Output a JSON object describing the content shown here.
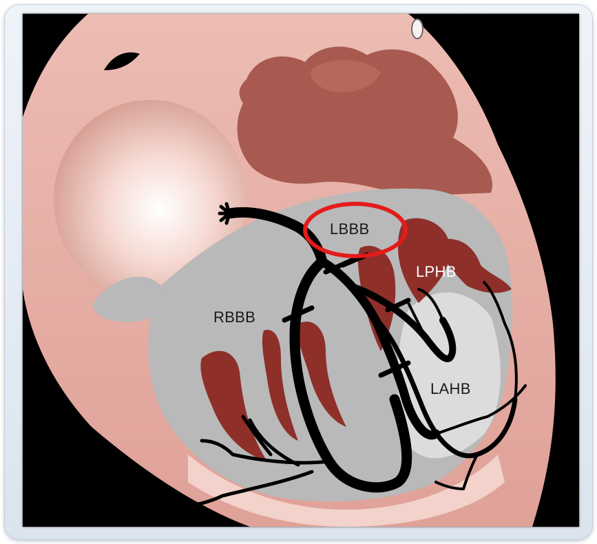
{
  "labels": {
    "lbbb": "LBBB",
    "lphb": "LPHB",
    "rbbb": "RBBB",
    "lahb": "LAHB"
  },
  "highlight": {
    "target": "LBBB",
    "color": "#e31b1b"
  },
  "colors": {
    "background": "#000000",
    "myocardium": "#e6b0a8",
    "muscle_dark": "#8e2f2a",
    "chamber": "#b9b9b9",
    "conduction": "#000000"
  }
}
